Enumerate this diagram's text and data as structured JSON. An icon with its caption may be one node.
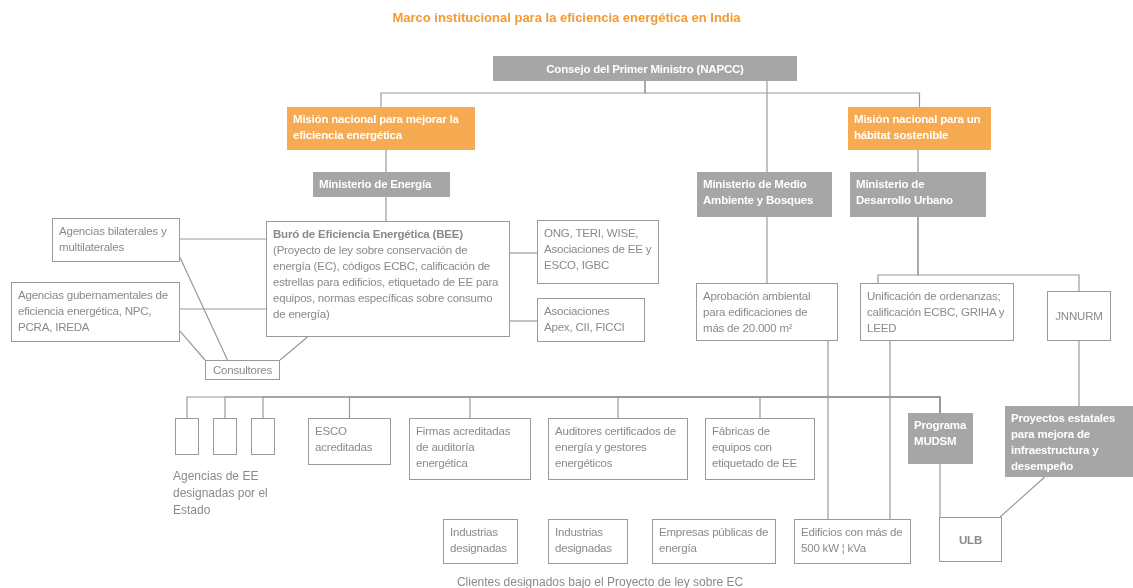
{
  "diagram": {
    "title": "Marco institucional para la eficiencia energética en India",
    "nodes": [
      {
        "text": [
          "Consejo del Primer Ministro (NAPCC)"
        ]
      },
      {
        "text": [
          "Misión nacional para mejorar la eficiencia energética"
        ]
      },
      {
        "text": [
          "Misión nacional para un hábitat sostenible"
        ]
      },
      {
        "text": [
          "Ministerio de Energía"
        ]
      },
      {
        "text": [
          "Ministerio de Medio Ambiente y Bosques"
        ]
      },
      {
        "text": [
          "Ministerio de Desarrollo Urbano"
        ]
      },
      {
        "text": [
          "Agencias bilaterales y multilaterales"
        ]
      },
      {
        "text": [
          "Buró de Eficiencia Energética (BEE)",
          "(Proyecto de ley sobre conservación de energía (EC), códigos ECBC, calificación de estrellas para edificios, etiquetado de EE para equipos, normas específicas sobre consumo de energía)"
        ]
      },
      {
        "text": [
          "ONG, TERI, WISE, Asociaciones de EE y ESCO, IGBC"
        ]
      },
      {
        "text": [
          "Agencias gubernamentales de eficiencia energética, NPC, PCRA, IREDA"
        ]
      },
      {
        "text": [
          "Asociaciones Apex, CII, FICCI"
        ]
      },
      {
        "text": [
          "Consultores"
        ]
      },
      {
        "text": [
          "Aprobación ambiental para edificaciones de más de 20.000 m²"
        ]
      },
      {
        "text": [
          "Unificación de ordenanzas; calificación ECBC, GRIHA y LEED"
        ]
      },
      {
        "text": [
          "JNNURM"
        ]
      },
      {
        "text": [],
        "shape": "box"
      },
      {
        "text": [],
        "shape": "box"
      },
      {
        "text": [],
        "shape": "box"
      },
      {
        "text": [
          "ESCO acreditadas"
        ]
      },
      {
        "text": [
          "Firmas acreditadas de auditoría energética"
        ]
      },
      {
        "text": [
          "Auditores certificados de energía y gestores energéticos"
        ]
      },
      {
        "text": [
          "Fábricas de equipos con etiquetado de EE"
        ]
      },
      {
        "text": [
          "Programa MUDSM"
        ]
      },
      {
        "text": [
          "Proyectos estatales para mejora de infraestructura y desempeño"
        ]
      },
      {
        "text": [
          "Industrias designadas"
        ]
      },
      {
        "text": [
          "Industrias designadas"
        ]
      },
      {
        "text": [
          "Empresas públicas de energía"
        ]
      },
      {
        "text": [
          "Edificios con más de 500 kW ¦ kVa"
        ]
      },
      {
        "text": [
          "ULB"
        ]
      }
    ],
    "edges": [
      {
        "from": 0,
        "to": 1,
        "arrow": "none"
      },
      {
        "from": 0,
        "to": 2,
        "arrow": "none"
      },
      {
        "from": 0,
        "to": 4,
        "arrow": "none"
      },
      {
        "from": 1,
        "to": 3,
        "arrow": "none"
      },
      {
        "from": 3,
        "to": 7,
        "arrow": "none"
      },
      {
        "from": 2,
        "to": 5,
        "arrow": "none"
      },
      {
        "from": 6,
        "to": 7,
        "arrow": "none"
      },
      {
        "from": 9,
        "to": 7,
        "arrow": "none"
      },
      {
        "from": 7,
        "to": 8,
        "arrow": "none"
      },
      {
        "from": 7,
        "to": 10,
        "arrow": "none"
      },
      {
        "from": 6,
        "to": 11,
        "arrow": "none"
      },
      {
        "from": 9,
        "to": 11,
        "arrow": "none"
      },
      {
        "from": 7,
        "to": 11,
        "arrow": "none"
      },
      {
        "from": 4,
        "to": 12,
        "arrow": "none"
      },
      {
        "from": 5,
        "to": 13,
        "arrow": "none"
      },
      {
        "from": 5,
        "to": 14,
        "arrow": "none"
      },
      {
        "from": 14,
        "to": 23,
        "arrow": "none"
      },
      {
        "from": 12,
        "to": 27,
        "arrow": "none"
      },
      {
        "from": 13,
        "to": 27,
        "arrow": "none"
      },
      {
        "from": 22,
        "to": 28,
        "arrow": "none"
      },
      {
        "from": 23,
        "to": 28,
        "arrow": "none"
      },
      {
        "from": 22,
        "to": 15,
        "arrow": "none"
      },
      {
        "from": 22,
        "to": 16,
        "arrow": "none"
      },
      {
        "from": 22,
        "to": 17,
        "arrow": "none"
      },
      {
        "from": 22,
        "to": 18,
        "arrow": "none"
      },
      {
        "from": 22,
        "to": 19,
        "arrow": "none"
      },
      {
        "from": 22,
        "to": 20,
        "arrow": "none"
      },
      {
        "from": 22,
        "to": 21,
        "arrow": "none"
      }
    ],
    "labels": [
      "Agencias de EE designadas por el Estado",
      "Clientes designados bajo el Proyecto de ley sobre EC"
    ]
  }
}
